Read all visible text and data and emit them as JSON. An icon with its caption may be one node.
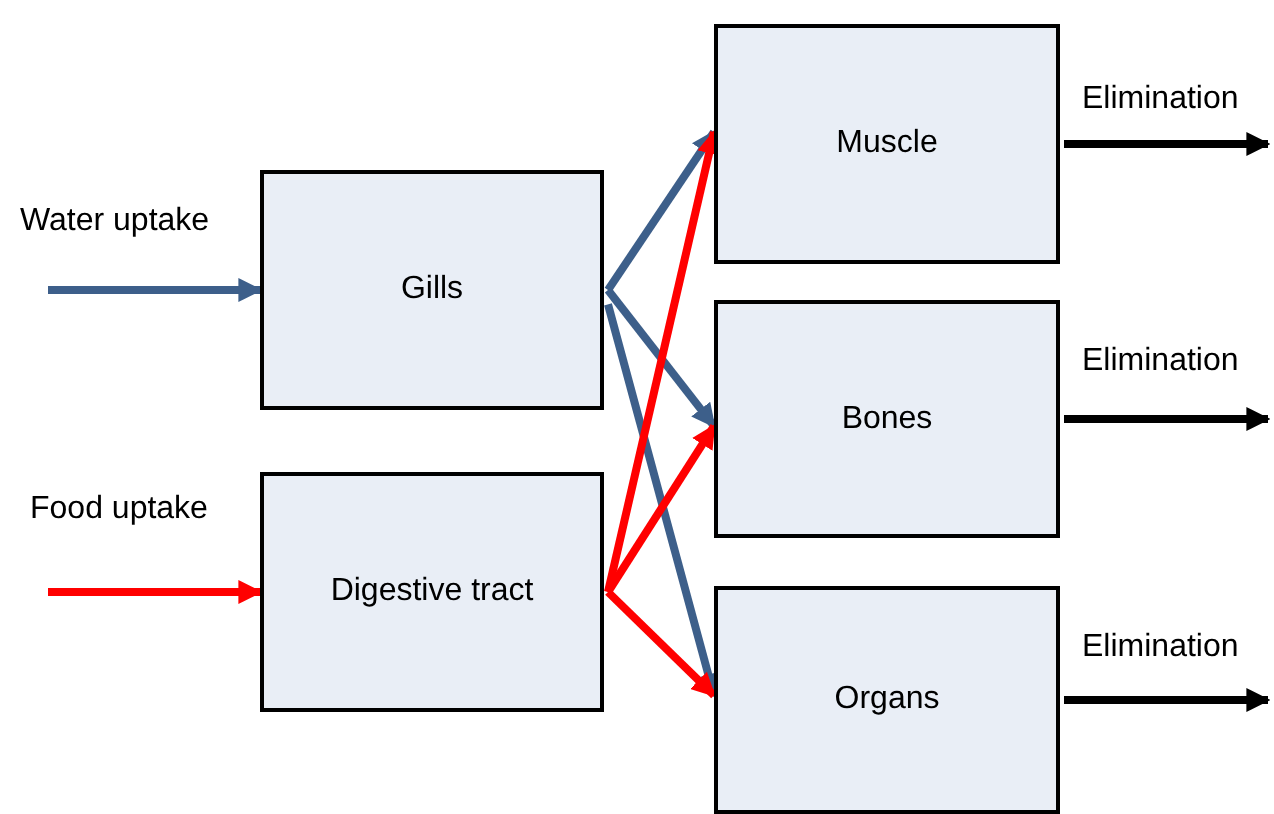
{
  "diagram": {
    "nodes": [
      {
        "text": [
          "Gills"
        ]
      },
      {
        "text": [
          "Digestive tract"
        ]
      },
      {
        "text": [
          "Muscle"
        ]
      },
      {
        "text": [
          "Bones"
        ]
      },
      {
        "text": [
          "Organs"
        ]
      }
    ],
    "edges": [
      {
        "from": null,
        "to": 0,
        "arrow": "to",
        "label": "Water uptake",
        "color": "#3d5f8a"
      },
      {
        "from": null,
        "to": 1,
        "arrow": "to",
        "label": "Food uptake",
        "color": "#ff0000"
      },
      {
        "from": 0,
        "to": 2,
        "arrow": "to",
        "color": "#3d5f8a"
      },
      {
        "from": 0,
        "to": 3,
        "arrow": "to",
        "color": "#3d5f8a"
      },
      {
        "from": 0,
        "to": 4,
        "arrow": "to",
        "color": "#3d5f8a"
      },
      {
        "from": 1,
        "to": 2,
        "arrow": "to",
        "color": "#ff0000"
      },
      {
        "from": 1,
        "to": 3,
        "arrow": "to",
        "color": "#ff0000"
      },
      {
        "from": 1,
        "to": 4,
        "arrow": "to",
        "color": "#ff0000"
      },
      {
        "from": 2,
        "to": null,
        "arrow": "to",
        "label": "Elimination",
        "color": "#000000"
      },
      {
        "from": 3,
        "to": null,
        "arrow": "to",
        "label": "Elimination",
        "color": "#000000"
      },
      {
        "from": 4,
        "to": null,
        "arrow": "to",
        "label": "Elimination",
        "color": "#000000"
      }
    ]
  }
}
